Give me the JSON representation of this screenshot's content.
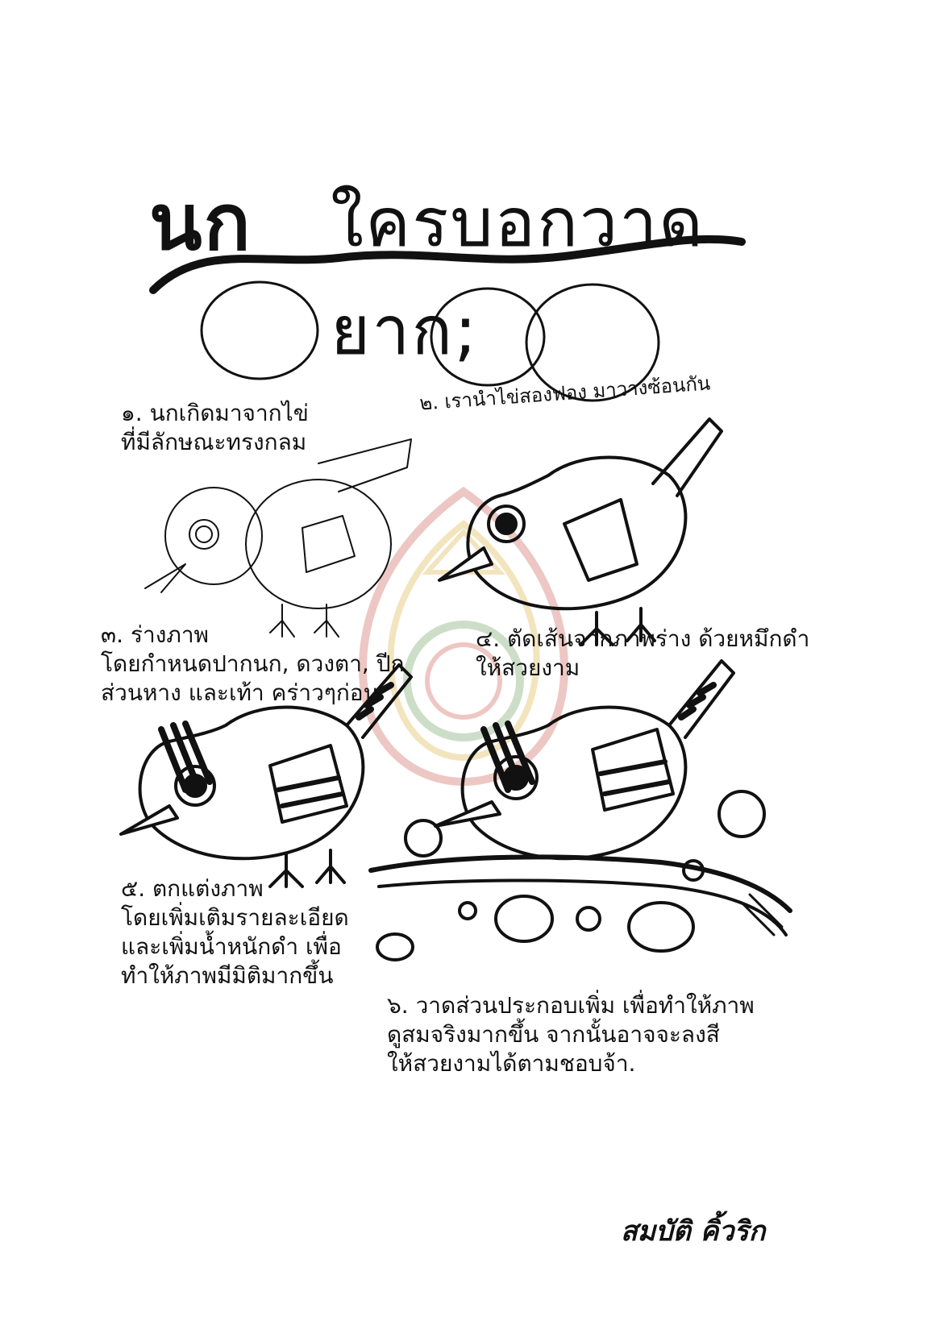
{
  "title": {
    "main": "นก",
    "rest": "ใครบอกวาดยาก;"
  },
  "steps": [
    {
      "id": 1,
      "text": "๑. นกเกิดมาจากไข่\nที่มีลักษณะทรงกลม"
    },
    {
      "id": 2,
      "text": "๒. เรานำไข่สองฟอง มาวางซ้อนกัน"
    },
    {
      "id": 3,
      "text": "๓. ร่างภาพ\nโดยกำหนดปากนก, ดวงตา, ปีก\nส่วนหาง และเท้า คร่าวๆก่อน"
    },
    {
      "id": 4,
      "text": "๔. ตัดเส้นจากภาพร่าง ด้วยหมึกดำ\nให้สวยงาม"
    },
    {
      "id": 5,
      "text": "๕. ตกแต่งภาพ\nโดยเพิ่มเติมรายละเอียด\nและเพิ่มน้ำหนักดำ เพื่อ\nทำให้ภาพมีมิติมากขึ้น"
    },
    {
      "id": 6,
      "text": "๖. วาดส่วนประกอบเพิ่ม เพื่อทำให้ภาพ\nดูสมจริงมากขึ้น จากนั้นอาจจะลงสี\nให้สวยงามได้ตามชอบจ้า."
    }
  ],
  "author": "สมบัติ คิ้วริก",
  "colors": {
    "ink": "#111111",
    "seal_red": "#c0392b",
    "seal_gold": "#d4a017",
    "seal_green": "#4a8a3a"
  }
}
